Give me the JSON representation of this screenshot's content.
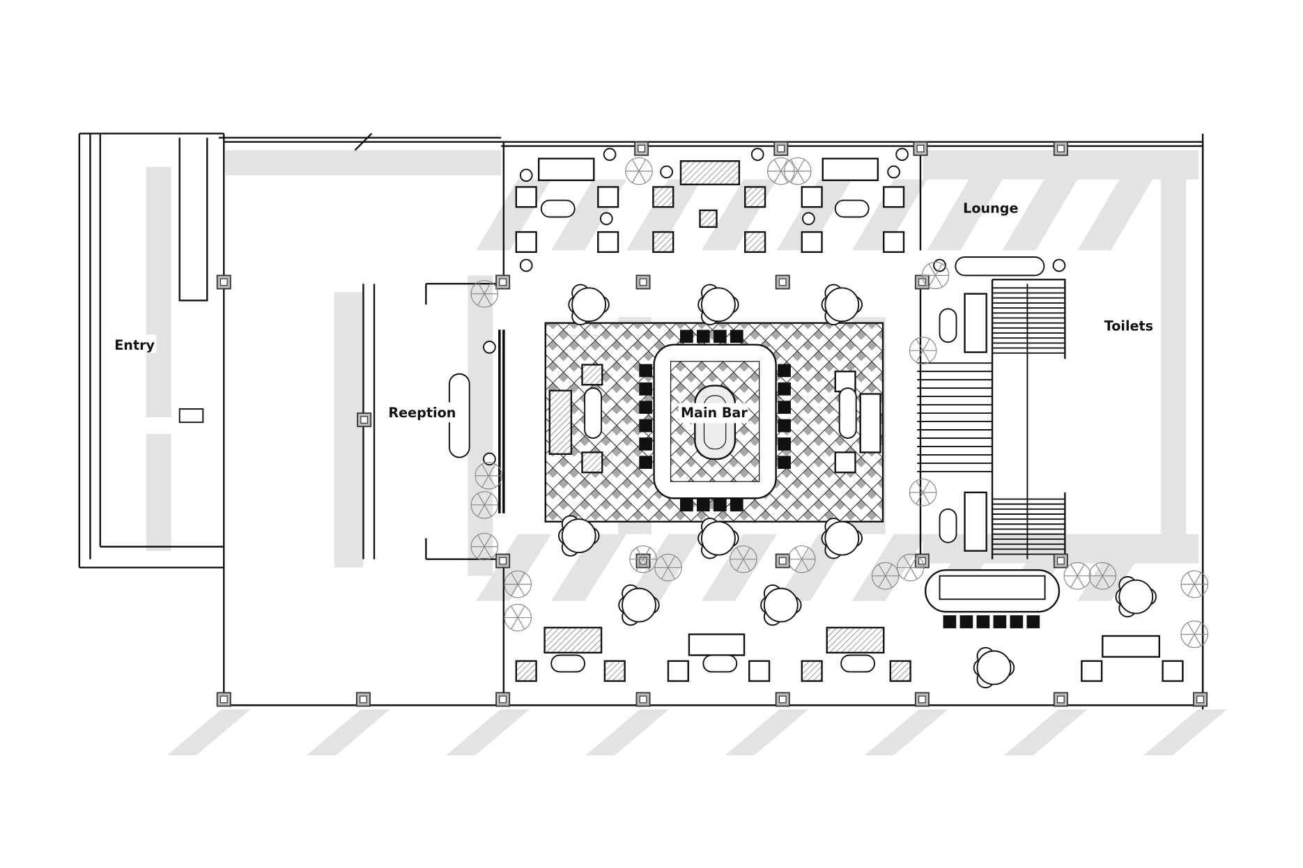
{
  "labels": {
    "entry": "Entry",
    "reception": "Reeption",
    "main_bar": "Main Bar",
    "lounge": "Lounge",
    "toilets": "Toilets"
  },
  "colors": {
    "line": "#111111",
    "shadow": "#e3e3e3",
    "pattern_dark": "#9a9a9a",
    "background": "#ffffff"
  }
}
